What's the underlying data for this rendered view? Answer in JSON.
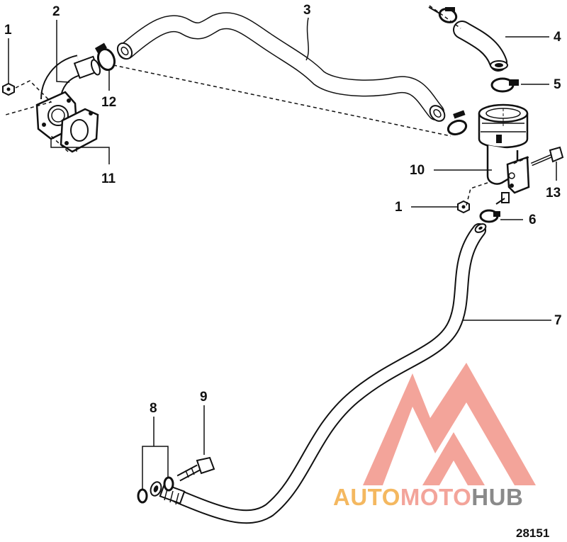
{
  "callouts": {
    "c1_top": "1",
    "c2": "2",
    "c3": "3",
    "c4": "4",
    "c5": "5",
    "c12": "12",
    "c11": "11",
    "c10": "10",
    "c13": "13",
    "c1_mid": "1",
    "c6": "6",
    "c7": "7",
    "c8": "8",
    "c9": "9"
  },
  "figure_number": "28151",
  "watermark": {
    "part1": "AUTO",
    "part2": "MOTO",
    "part3": "HUB",
    "color_orange": "#f4b860",
    "color_pink": "#f3a49a",
    "color_gray": "#8a8a8a"
  }
}
